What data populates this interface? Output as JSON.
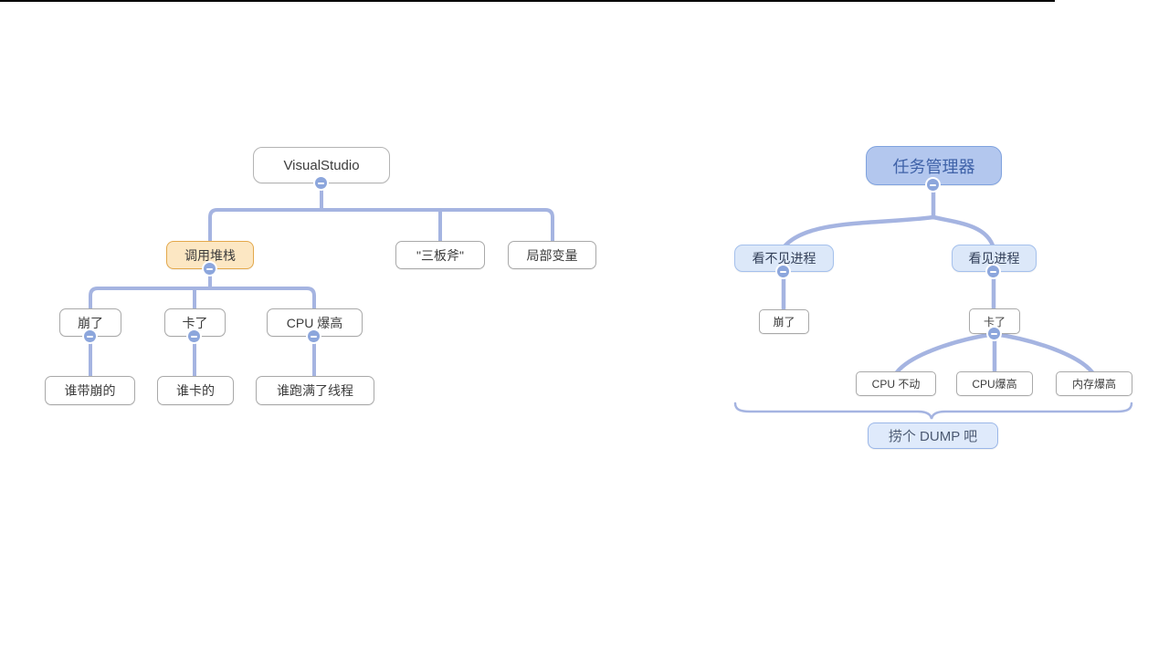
{
  "app": {
    "type": "mindmap-canvas"
  },
  "colors": {
    "connector": "#a5b4e1",
    "collapse_button": "#8ca6dc",
    "white_node_border": "#a9a9a9",
    "orange_fill": "#fce7c3",
    "orange_border": "#e3a84b",
    "blue_root_fill": "#b3c7ee",
    "blue_root_border": "#7fa2de",
    "blue_root_text": "#3f62a8",
    "light_blue_fill": "#dce8f9",
    "light_blue_border": "#a4c0ec",
    "summary_fill": "#dfeafb",
    "top_edge_line": "#000000"
  },
  "icons": {
    "collapse": "minus"
  },
  "left_map": {
    "root": {
      "label": "VisualStudio",
      "children": [
        {
          "label": "调用堆栈",
          "children": [
            {
              "label": "崩了",
              "children": [
                {
                  "label": "谁带崩的"
                }
              ]
            },
            {
              "label": "卡了",
              "children": [
                {
                  "label": "谁卡的"
                }
              ]
            },
            {
              "label": "CPU 爆高",
              "children": [
                {
                  "label": "谁跑满了线程"
                }
              ]
            }
          ]
        },
        {
          "label": "\"三板斧\""
        },
        {
          "label": "局部变量"
        }
      ]
    }
  },
  "right_map": {
    "root": {
      "label": "任务管理器",
      "children": [
        {
          "label": "看不见进程",
          "children": [
            {
              "label": "崩了"
            }
          ]
        },
        {
          "label": "看见进程",
          "children": [
            {
              "label": "卡了",
              "children": [
                {
                  "label": "CPU 不动"
                },
                {
                  "label": "CPU爆高"
                },
                {
                  "label": "内存爆高"
                }
              ]
            }
          ]
        }
      ]
    },
    "summary": {
      "label": "捞个 DUMP 吧"
    }
  }
}
